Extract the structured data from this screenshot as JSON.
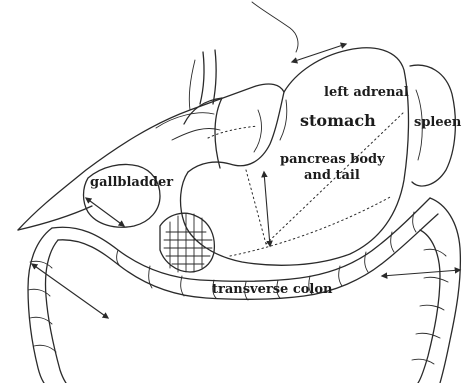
{
  "labels": {
    "left_adrenal": "left adrenal",
    "stomach": "stomach",
    "spleen": "spleen",
    "pancreas_line1": "pancreas body",
    "pancreas_line2": "and tail",
    "gallbladder": "gallbladder",
    "transverse_colon": "transverse colon"
  },
  "colors": {
    "ink": "#2a2a2a",
    "background": "#ffffff"
  }
}
